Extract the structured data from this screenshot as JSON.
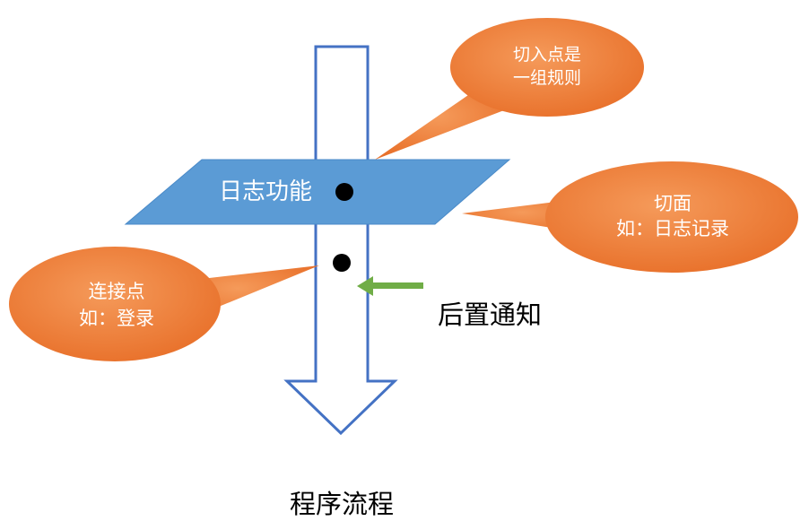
{
  "diagram": {
    "flow_label": "程序流程",
    "aspect_label": "日志功能",
    "advice_label": "后置通知",
    "callouts": {
      "pointcut": {
        "line1": "切入点是",
        "line2": "一组规则"
      },
      "aspect": {
        "line1": "切面",
        "line2": "如：日志记录"
      },
      "joinpoint": {
        "line1": "连接点",
        "line2": "如：登录"
      }
    }
  },
  "colors": {
    "arrow_stroke": "#4472c4",
    "aspect_fill": "#5b9bd5",
    "callout_fill": "#ed7d31",
    "advice_arrow": "#70ad47",
    "dot": "#000000",
    "text_dark": "#000000",
    "text_light": "#ffffff"
  }
}
